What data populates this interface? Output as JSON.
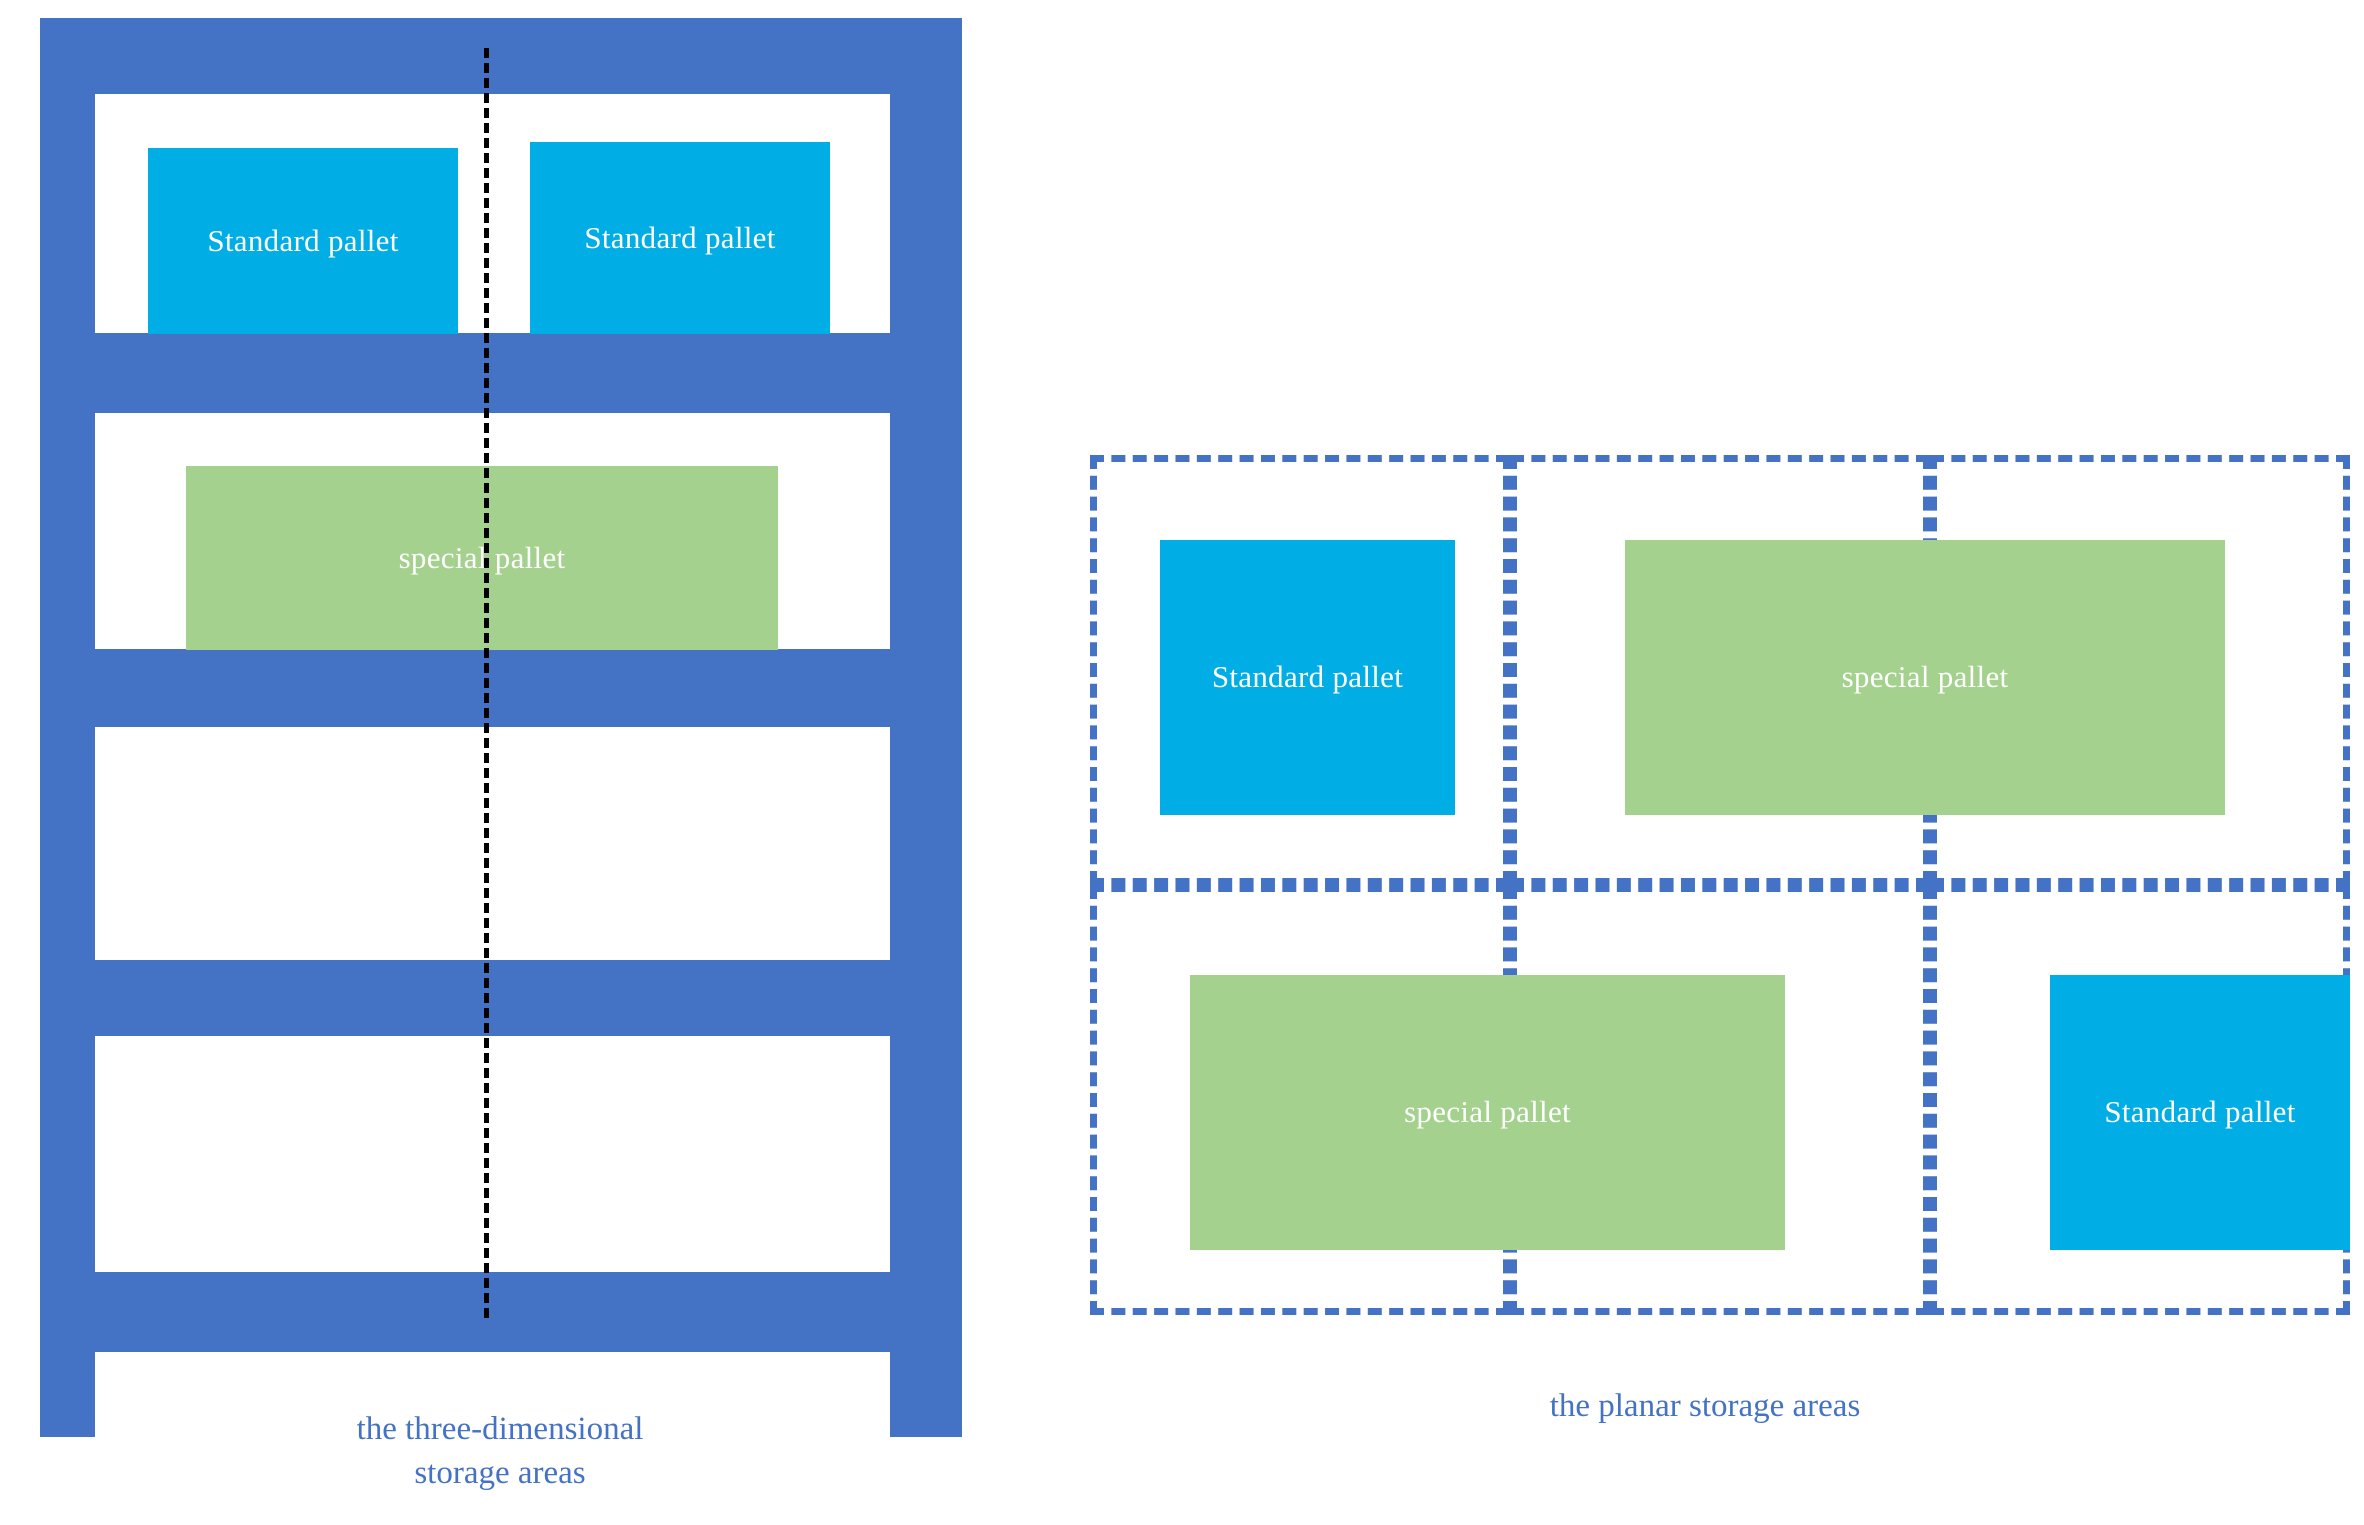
{
  "figure": {
    "background_color": "#ffffff",
    "rack_color": "#4472C4",
    "standard_pallet_color": "#00ADE5",
    "special_pallet_color": "#A4D18D",
    "centerline_color": "#000000",
    "caption_color": "#4472C4"
  },
  "three_dimensional": {
    "caption": "the three-dimensional\nstorage areas",
    "shelves": [
      {
        "id": "shelf-1"
      },
      {
        "id": "shelf-2"
      },
      {
        "id": "shelf-3"
      },
      {
        "id": "shelf-4"
      },
      {
        "id": "shelf-5"
      }
    ],
    "posts": [
      {
        "id": "post-left"
      },
      {
        "id": "post-right"
      }
    ],
    "pallets": [
      {
        "id": "rack-standard-pallet-left",
        "label": "Standard pallet",
        "type": "standard"
      },
      {
        "id": "rack-standard-pallet-right",
        "label": "Standard pallet",
        "type": "standard"
      },
      {
        "id": "rack-special-pallet",
        "label": "special pallet",
        "type": "special"
      }
    ]
  },
  "planar": {
    "caption": "the planar storage areas",
    "cells": [
      {
        "id": "cell-r1c1"
      },
      {
        "id": "cell-r1c2"
      },
      {
        "id": "cell-r1c3"
      },
      {
        "id": "cell-r2c1"
      },
      {
        "id": "cell-r2c2"
      },
      {
        "id": "cell-r2c3"
      }
    ],
    "pallets": [
      {
        "id": "planar-standard-pallet-top-left",
        "label": "Standard pallet",
        "type": "standard"
      },
      {
        "id": "planar-special-pallet-top-right",
        "label": "special pallet",
        "type": "special"
      },
      {
        "id": "planar-special-pallet-bottom-left",
        "label": "special pallet",
        "type": "special"
      },
      {
        "id": "planar-standard-pallet-bottom-right",
        "label": "Standard pallet",
        "type": "standard"
      }
    ]
  }
}
